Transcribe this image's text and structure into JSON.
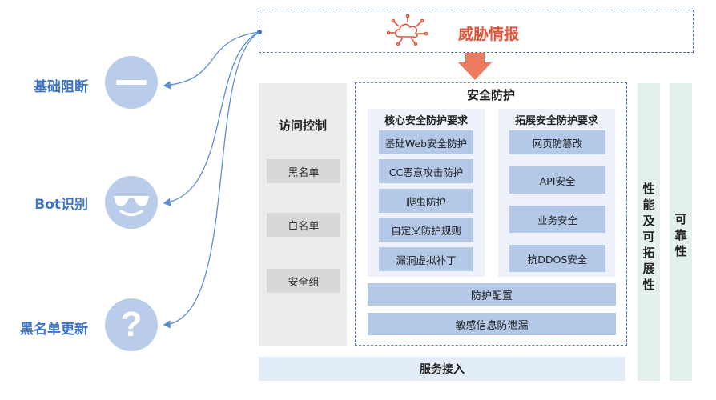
{
  "left": {
    "items": [
      {
        "label": "基础阻断",
        "icon": "minus-icon"
      },
      {
        "label": "Bot识别",
        "icon": "sunglasses-face-icon"
      },
      {
        "label": "黑名单更新",
        "icon": "question-mark-icon"
      }
    ]
  },
  "intel": {
    "title": "威胁情报",
    "icon": "cloud-network-icon"
  },
  "access": {
    "title": "访问控制",
    "items": [
      "黑名单",
      "白名单",
      "安全组"
    ]
  },
  "safe": {
    "title": "安全防护",
    "core": {
      "title": "核心安全防护要求",
      "items": [
        "基础Web安全防护",
        "CC恶意攻击防护",
        "爬虫防护",
        "自定义防护规则",
        "漏洞虚拟补丁"
      ]
    },
    "ext": {
      "title": "拓展安全防护要求",
      "items": [
        "网页防篡改",
        "API安全",
        "业务安全",
        "抗DDOS安全"
      ]
    },
    "config": "防护配置",
    "leak": "敏感信息防泄漏"
  },
  "perf": {
    "chars": [
      "性",
      "能",
      "及",
      "可",
      "拓",
      "展",
      "性"
    ]
  },
  "reliab": {
    "chars": [
      "可",
      "靠",
      "性"
    ]
  },
  "service": "服务接入",
  "colors": {
    "accent_blue": "#3d74c6",
    "intel_red": "#e0533a",
    "arrow": "#ee7b60"
  }
}
